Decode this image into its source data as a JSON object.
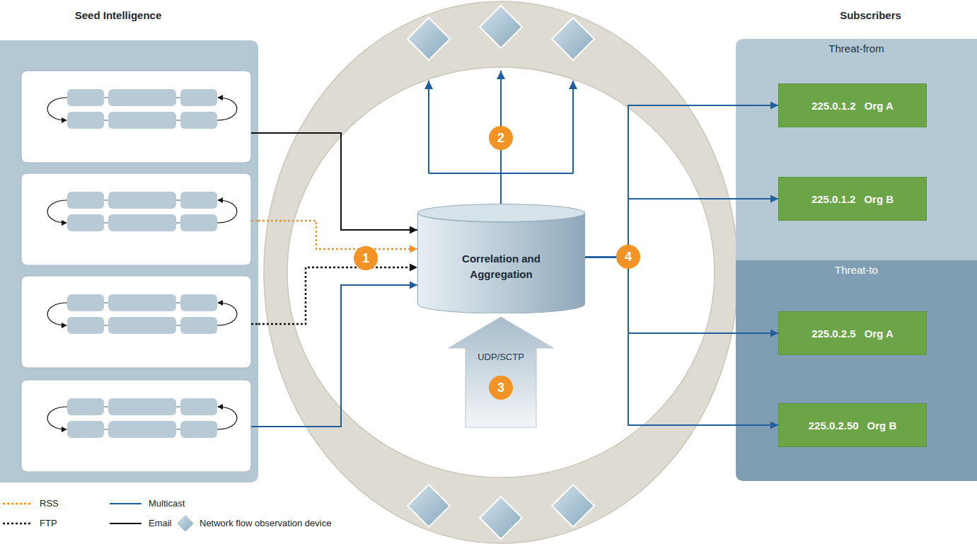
{
  "diagram": {
    "nodes": [
      {
        "text": [
          "Seed Intelligence"
        ]
      },
      {
        "text": [
          "Correlation and Aggregation"
        ]
      },
      {
        "text": [
          "Subscribers"
        ]
      },
      {
        "text": [
          "Threat-from"
        ],
        "in": 2
      },
      {
        "text": [
          "225.0.1.2",
          "Org A"
        ],
        "in": 3
      },
      {
        "text": [
          "225.0.1.2",
          "Org B"
        ],
        "in": 3
      },
      {
        "text": [
          "Threat-to"
        ],
        "in": 2
      },
      {
        "text": [
          "225.0.2.5",
          "Org A"
        ],
        "in": 6
      },
      {
        "text": [
          "225.0.2.50",
          "Org B"
        ],
        "in": 6
      }
    ],
    "edges": [
      {
        "from": 0,
        "to": 1,
        "arrow": "to"
      },
      {
        "from": 0,
        "to": 1,
        "arrow": "to"
      },
      {
        "from": 0,
        "to": 1,
        "arrow": "to"
      },
      {
        "from": 0,
        "to": 1,
        "arrow": "to"
      },
      {
        "from": 1,
        "to": 4,
        "arrow": "to"
      },
      {
        "from": 1,
        "to": 5,
        "arrow": "to"
      },
      {
        "from": 1,
        "to": 7,
        "arrow": "to"
      },
      {
        "from": 1,
        "to": 8,
        "arrow": "to"
      }
    ],
    "labels": [
      "1",
      "2",
      "3",
      "4",
      "UDP/SCTP"
    ],
    "legend": [
      {
        "text": "RSS"
      },
      {
        "text": "Multicast"
      },
      {
        "text": "FTP"
      },
      {
        "text": "Email"
      },
      {
        "text": "Network flow observation device"
      }
    ]
  }
}
